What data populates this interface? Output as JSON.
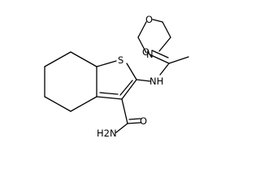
{
  "molecule": {
    "atom_labels": {
      "sulfur": "S",
      "nh": "NH",
      "carbonyl_oxygen_top": "O",
      "morpholine_nitrogen": "N",
      "morpholine_oxygen": "O",
      "carboxamide_oxygen": "O",
      "amide_nh2": "H2N"
    },
    "colors": {
      "bond": "#000000",
      "label": "#000000",
      "background": "#ffffff"
    }
  }
}
